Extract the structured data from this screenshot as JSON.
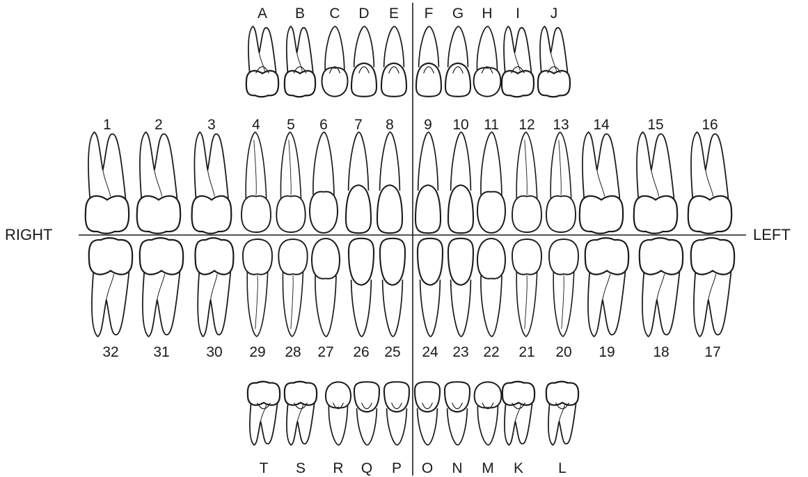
{
  "sides": {
    "right": "RIGHT",
    "left": "LEFT"
  },
  "primary_upper": [
    "A",
    "B",
    "C",
    "D",
    "E",
    "F",
    "G",
    "H",
    "I",
    "J"
  ],
  "permanent_upper": [
    "1",
    "2",
    "3",
    "4",
    "5",
    "6",
    "7",
    "8",
    "9",
    "10",
    "11",
    "12",
    "13",
    "14",
    "15",
    "16"
  ],
  "permanent_lower": [
    "32",
    "31",
    "30",
    "29",
    "28",
    "27",
    "26",
    "25",
    "24",
    "23",
    "22",
    "21",
    "20",
    "19",
    "18",
    "17"
  ],
  "primary_lower": [
    "T",
    "S",
    "R",
    "Q",
    "P",
    "O",
    "N",
    "M",
    "K",
    "L"
  ],
  "colors": {
    "ink": "#1b1b1b",
    "background": "#ffffff"
  }
}
